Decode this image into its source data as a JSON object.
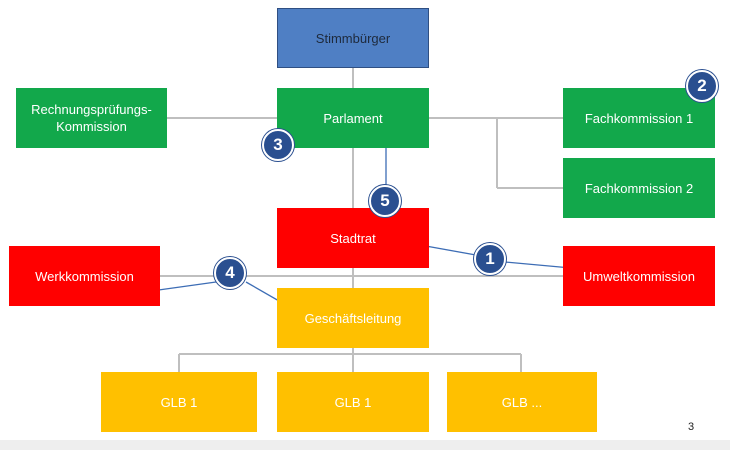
{
  "boxes": {
    "stimmbuerger": "Stimmbürger",
    "parlament": "Parlament",
    "rpk_line1": "Rechnungsprüfungs-",
    "rpk_line2": "Kommission",
    "fachkommission1": "Fachkommission 1",
    "fachkommission2": "Fachkommission 2",
    "stadtrat": "Stadtrat",
    "werkkommission": "Werkkommission",
    "umweltkommission": "Umweltkommission",
    "geschaeftsleitung": "Geschäftsleitung",
    "glb1a": "GLB 1",
    "glb1b": "GLB 1",
    "glb_more": "GLB ..."
  },
  "badges": {
    "b1": "1",
    "b2": "2",
    "b3": "3",
    "b4": "4",
    "b5": "5"
  },
  "page_number": "3",
  "colors": {
    "blue": "#4f7fc4",
    "green": "#12a84b",
    "red": "#ff0000",
    "yellow": "#ffc000",
    "badge": "#2a4f90",
    "connector": "#bfbfbf",
    "arrow": "#3d6db5"
  }
}
